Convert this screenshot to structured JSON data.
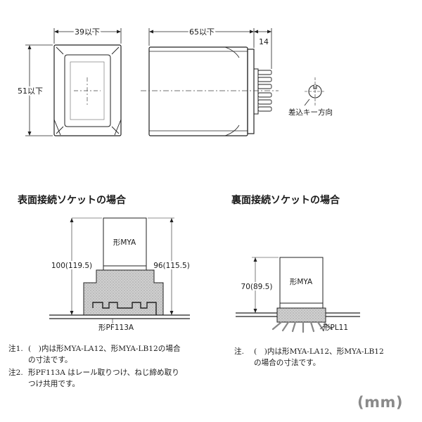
{
  "front_view": {
    "width_dim": "39以下",
    "height_dim": "51以下"
  },
  "side_view": {
    "length_dim": "65以下",
    "pin_dim": "14",
    "key_label": "差込キー方向"
  },
  "surface_socket": {
    "title": "表面接続ソケットの場合",
    "relay_label": "形MYA",
    "socket_label": "形PF113A",
    "height_left": "100(119.5)",
    "height_right": "96(115.5)"
  },
  "back_socket": {
    "title": "裏面接続ソケットの場合",
    "relay_label": "形MYA",
    "socket_label": "形PL11",
    "height": "70(89.5)"
  },
  "notes_left": [
    {
      "num": "注1.",
      "lines": [
        "(　)内は形MYA-LA12、形MYA-LB12の場合",
        "の寸法です。"
      ]
    },
    {
      "num": "注2.",
      "lines": [
        "形PF113A はレール取りつけ、ねじ締め取り",
        "つけ共用です。"
      ]
    }
  ],
  "notes_right": [
    {
      "num": "注.",
      "lines": [
        "(　)内は形MYA-LA12、形MYA-LB12",
        "の場合の寸法です。"
      ]
    }
  ],
  "unit": "(mm)"
}
